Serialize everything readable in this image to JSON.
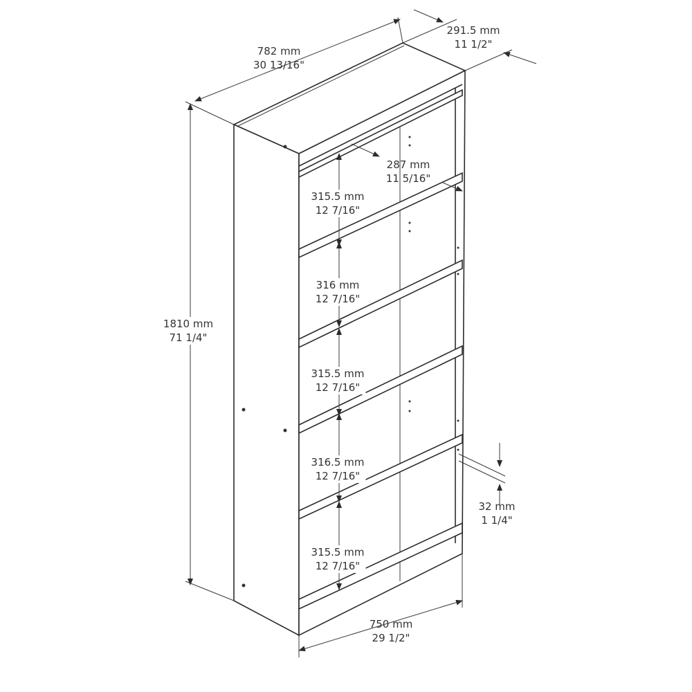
{
  "dimensions": {
    "overall_width": {
      "mm": "782 mm",
      "in": "30 13/16\""
    },
    "overall_depth": {
      "mm": "291.5 mm",
      "in": "11 1/2\""
    },
    "overall_height": {
      "mm": "1810 mm",
      "in": "71 1/4\""
    },
    "shelf_depth": {
      "mm": "287 mm",
      "in": "11 5/16\""
    },
    "inner_width": {
      "mm": "750 mm",
      "in": "29 1/2\""
    },
    "shelf_thickness": {
      "mm": "32 mm",
      "in": "1 1/4\""
    },
    "shelf_spacings": [
      {
        "mm": "315.5 mm",
        "in": "12 7/16\""
      },
      {
        "mm": "316 mm",
        "in": "12 7/16\""
      },
      {
        "mm": "315.5 mm",
        "in": "12 7/16\""
      },
      {
        "mm": "316.5 mm",
        "in": "12 7/16\""
      },
      {
        "mm": "315.5 mm",
        "in": "12 7/16\""
      }
    ]
  }
}
